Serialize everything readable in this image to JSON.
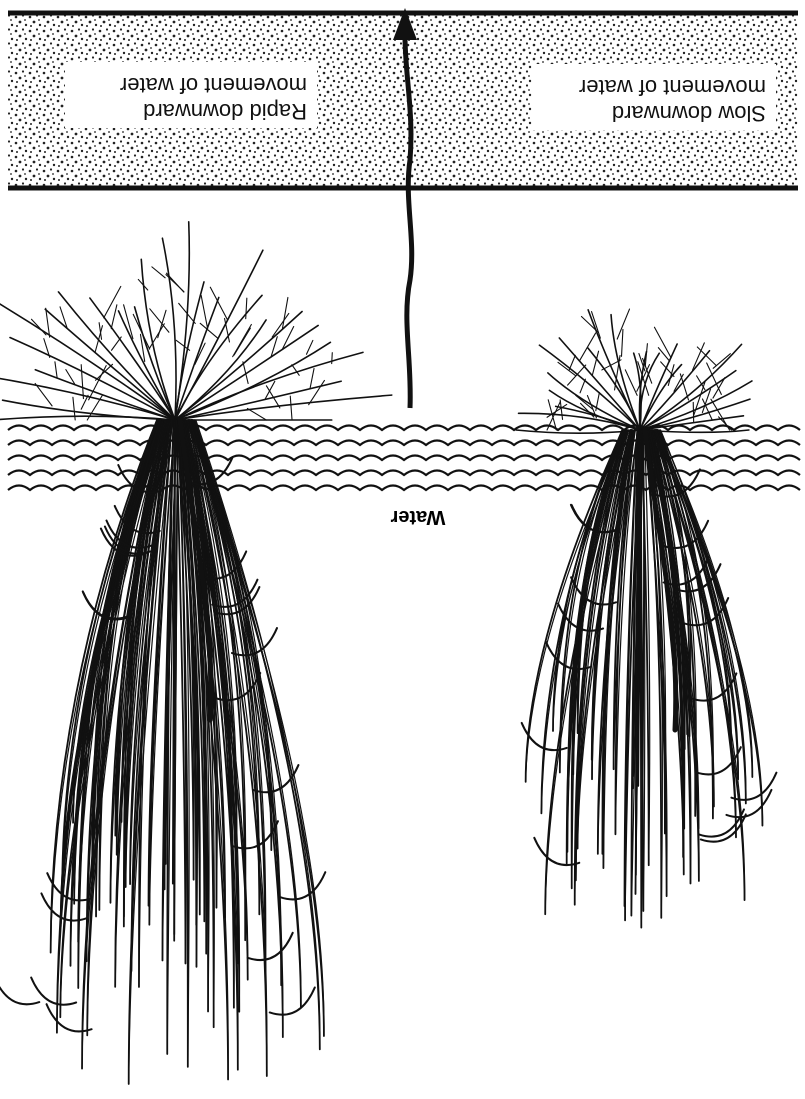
{
  "labels": {
    "left_box_line1": "Rapid downward",
    "left_box_line2": "movement of water",
    "right_box_line1": "Slow downward",
    "right_box_line2": "movement of water",
    "water": "Water"
  },
  "colors": {
    "ink": "#111111",
    "paper": "#ffffff",
    "stipple": "#222222"
  },
  "orientation": "rotated 180 degrees"
}
